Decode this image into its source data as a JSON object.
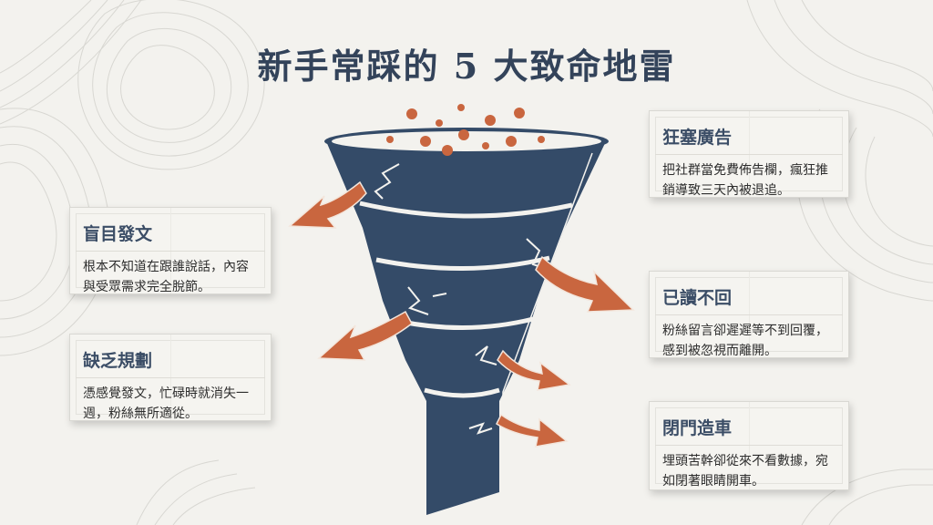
{
  "title": "新手常踩的 5 大致命地雷",
  "colors": {
    "background": "#f3f2ee",
    "funnel": "#344b68",
    "accent_orange": "#c9663f",
    "title_text": "#33435a",
    "card_title": "#3b4d66"
  },
  "icons": {
    "funnel": "funnel-icon",
    "arrow": "leak-arrow-icon",
    "crack": "crack-icon"
  },
  "cards": [
    {
      "id": "blind-posting",
      "title": "盲目發文",
      "body": "根本不知道在跟誰說話，內容與受眾需求完全脫節。",
      "side": "left"
    },
    {
      "id": "no-planning",
      "title": "缺乏規劃",
      "body": "憑感覺發文，忙碌時就消失一週，粉絲無所適從。",
      "side": "left"
    },
    {
      "id": "spam-ads",
      "title": "狂塞廣告",
      "body": "把社群當免費佈告欄，瘋狂推銷導致三天內被退追。",
      "side": "right"
    },
    {
      "id": "read-no-reply",
      "title": "已讀不回",
      "body": "粉絲留言卻遲遲等不到回覆，感到被忽視而離開。",
      "side": "right"
    },
    {
      "id": "closed-door",
      "title": "閉門造車",
      "body": "埋頭苦幹卻從來不看數據，宛如閉著眼睛開車。",
      "side": "right"
    }
  ]
}
